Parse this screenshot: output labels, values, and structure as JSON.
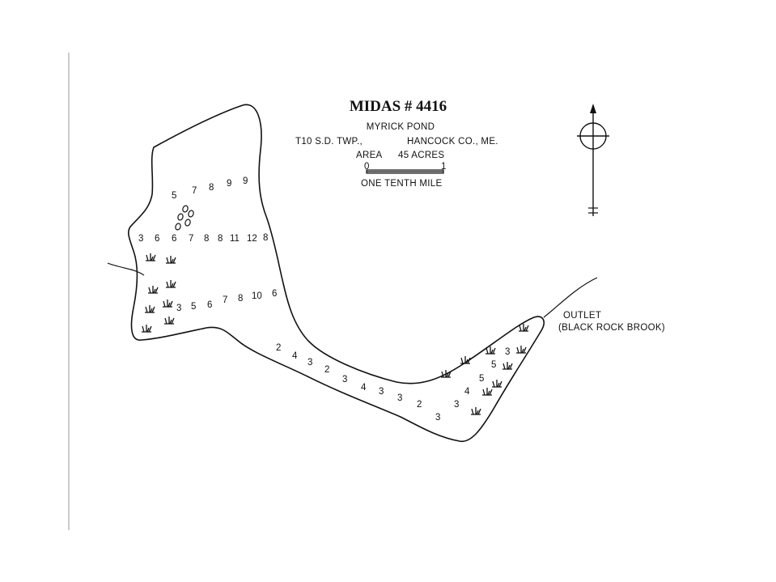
{
  "header": {
    "title": "MIDAS # 4416",
    "pond_name": "MYRICK POND",
    "township": "T10 S.D. TWP.,",
    "county": "HANCOCK CO., ME.",
    "area_label": "AREA",
    "area_value": "45 ACRES",
    "scale_start": "0",
    "scale_end": "1",
    "scale_caption": "ONE TENTH MILE"
  },
  "outlet": {
    "line1": "OUTLET",
    "line2": "(BLACK ROCK BROOK)"
  },
  "depth_soundings": [
    "5",
    "7",
    "8",
    "9",
    "9",
    "3",
    "6",
    "6",
    "7",
    "8",
    "8",
    "11",
    "12",
    "8",
    "3",
    "5",
    "6",
    "7",
    "8",
    "10",
    "6",
    "2",
    "4",
    "3",
    "2",
    "3",
    "4",
    "3",
    "3",
    "2",
    "3",
    "3",
    "3",
    "5",
    "5",
    "4"
  ],
  "icons": [
    "north-arrow-icon",
    "marsh-vegetation-icon",
    "rock-icon"
  ],
  "colors": {
    "ink": "#111111",
    "paper": "#ffffff"
  }
}
